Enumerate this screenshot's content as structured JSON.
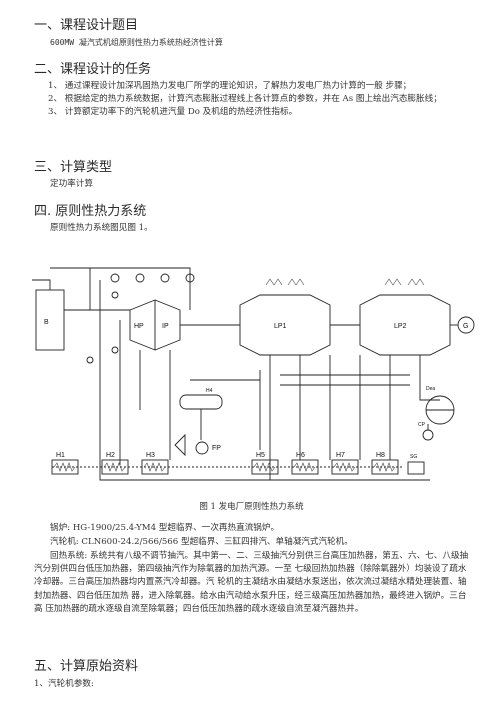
{
  "sections": {
    "s1": "一、课程设计题目",
    "s2": "二、课程设计的任务",
    "s3": "三、计算类型",
    "s4": "四. 原则性热力系统",
    "s5": "五、计算原始资料"
  },
  "title_line": "600MW 凝汽式机组原则性热力系统热经济性计算",
  "tasks": [
    "1、    通过课程设计加深巩固热力发电厂所学的理论知识，了解热力发电厂热力计算的一般 步骤；",
    "2、    根据给定的热力系统数据，计算汽态膨胀过程线上各计算点的参数，并在 As 图上绘出汽态膨胀线；",
    "3、    计算额定功率下的汽轮机进汽量 Do 及机组的热经济性指标。"
  ],
  "calc_type": "定功率计算",
  "system_intro": "原则性热力系统图见图 1。",
  "figure_caption": "图 1  发电厂原则性热力系统",
  "diagram_labels": {
    "boiler": "B",
    "hp": "HP",
    "ip": "IP",
    "lp1": "LP1",
    "lp2": "LP2",
    "gen": "G",
    "fp": "FP",
    "heaters": [
      "H1",
      "H2",
      "H3",
      "H4",
      "H5",
      "H6",
      "H7",
      "H8"
    ],
    "dea": "Dea",
    "cp": "CP",
    "sg": "SG"
  },
  "boiler_line": "锅炉: HG-1900/25.4-YM4 型超临界、一次再热直流锅炉。",
  "turbine_line": "汽轮机: CLN600-24.2/566/566 型超临界、三缸四排汽、单轴凝汽式汽轮机。",
  "regen_para": "回热系统: 系统共有八级不调节抽汽。其中第一、二、三级抽汽分别供三台高压加热器，第五、六、七、八级抽汽分别供四台低压加热器，第四级抽汽作为除氧器的加热汽源。一至 七级回热加热器（除除氧器外）均装设了疏水冷却器。三台高压加热器均内置蒸汽冷却器。汽 轮机的主凝结水由凝结水泵送出，依次流过凝结水精处理装置、轴封加热器、四台低压加热 器，进入除氧器。给水由汽动给水泵升压，经三级高压加热器加热，最终进入锅炉。三台高 压加热器的疏水逐级自流至除氧器；四台低压加热器的疏水逐级自流至凝汽器热井。",
  "params_title": "1、汽轮机参数:"
}
